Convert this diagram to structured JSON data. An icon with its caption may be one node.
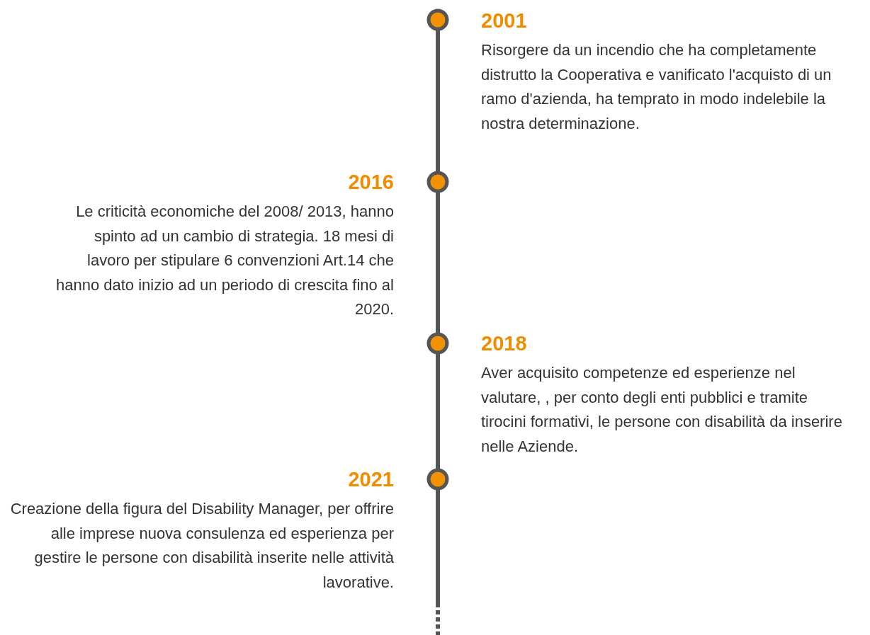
{
  "diagram": {
    "nodes": [
      {
        "text": [],
        "shape": "circle"
      },
      {
        "text": [
          "2001",
          "Risorgere da un incendio che ha completamente distrutto la Cooperativa e vanificato l'acquisto di un ramo d'azienda, ha temprato in modo indelebile la nostra determinazione."
        ]
      },
      {
        "text": [
          "2016",
          "Le criticità  economiche del 2008/ 2013, hanno spinto ad un cambio di strategia. 18 mesi di lavoro per stipulare 6 convenzioni Art.14 che hanno dato inizio ad un periodo di crescita  fino al 2020."
        ]
      },
      {
        "text": [],
        "shape": "circle"
      },
      {
        "text": [],
        "shape": "circle"
      },
      {
        "text": [
          "2018",
          "Aver acquisito competenze ed esperienze nel valutare, , per conto degli enti pubblici e tramite tirocini formativi, le persone con disabilità da inserire nelle Aziende."
        ]
      },
      {
        "text": [
          "2021",
          "Creazione della figura del Disability Manager, per offrire alle imprese nuova consulenza ed esperienza per gestire le persone con disabilità inserite nelle attività lavorative."
        ]
      },
      {
        "text": [],
        "shape": "circle"
      }
    ],
    "edges": [
      {
        "from": 0,
        "to": 3,
        "arrow": "none"
      },
      {
        "from": 3,
        "to": 4,
        "arrow": "none"
      },
      {
        "from": 4,
        "to": 7,
        "arrow": "none"
      },
      {
        "from": 7,
        "to": null,
        "arrow": "none",
        "style": "dashed"
      }
    ]
  }
}
